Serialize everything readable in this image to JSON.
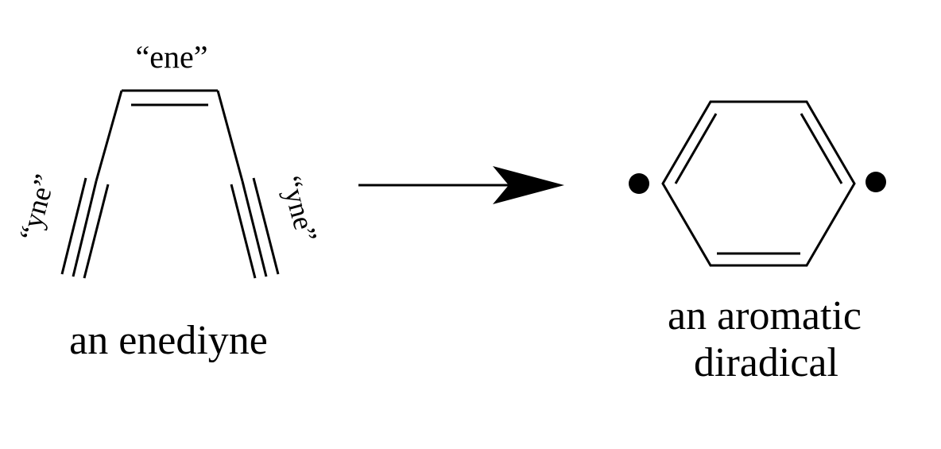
{
  "enediyne": {
    "ene_label": "“ene”",
    "yne_left_label": "“yne”",
    "yne_right_label": "“yne”",
    "caption": "an enediyne"
  },
  "product": {
    "caption_line1": "an aromatic",
    "caption_line2": "diradical"
  },
  "colors": {
    "ink": "#000000",
    "background": "#ffffff"
  }
}
